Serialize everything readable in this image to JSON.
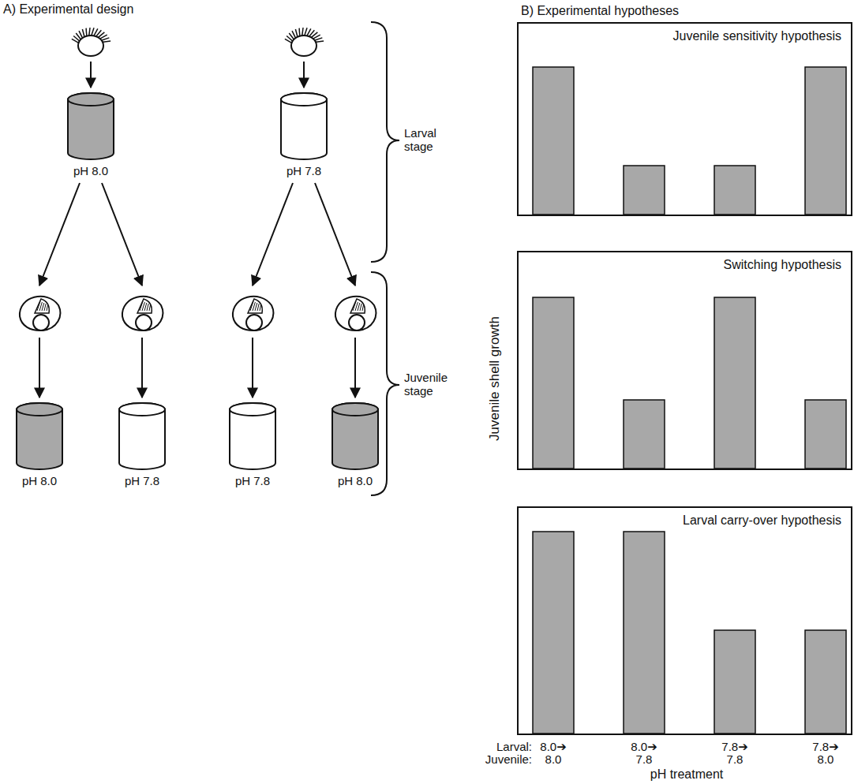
{
  "diagram": {
    "nodes": [
      {
        "text": [
          "pH 8.0"
        ]
      },
      {
        "text": [
          "pH 7.8"
        ]
      },
      {
        "text": [
          "pH 8.0"
        ]
      },
      {
        "text": [
          "pH 7.8"
        ]
      },
      {
        "text": [
          "pH 7.8"
        ]
      },
      {
        "text": [
          "pH 8.0"
        ]
      },
      {
        "text": [
          "Juvenile sensitivity hypothesis"
        ]
      },
      {
        "text": [
          "Switching hypothesis"
        ]
      },
      {
        "text": [
          "Larval carry-over hypothesis"
        ]
      }
    ],
    "edges": [
      {
        "from": 0,
        "to": 2,
        "arrow": "to"
      },
      {
        "from": 0,
        "to": 3,
        "arrow": "to"
      },
      {
        "from": 1,
        "to": 4,
        "arrow": "to"
      },
      {
        "from": 1,
        "to": 5,
        "arrow": "to"
      }
    ],
    "labels": [
      "A) Experimental design",
      "Larval stage",
      "Juvenile stage",
      "B) Experimental hypotheses",
      "Juvenile shell growth",
      "Larval:",
      "8.0➔",
      "8.0➔",
      "7.8➔",
      "7.8➔",
      "Juvenile:",
      "8.0",
      "7.8",
      "7.8",
      "8.0",
      "pH treatment"
    ]
  }
}
